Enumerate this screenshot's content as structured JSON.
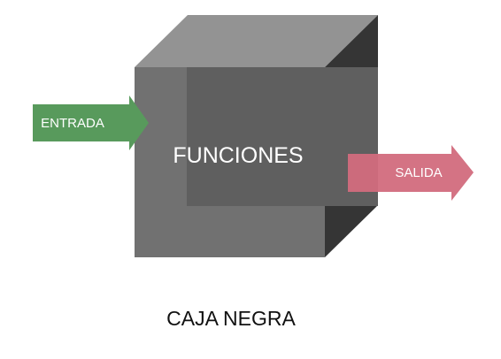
{
  "diagram": {
    "center_label": "FUNCIONES",
    "input_label": "ENTRADA",
    "output_label": "SALIDA",
    "caption": "CAJA NEGRA"
  },
  "colors": {
    "cube_top": "#939393",
    "cube_front": "#717171",
    "cube_right": "#353535",
    "cube_back": "#5f5f5f",
    "input_arrow": "#589a5c",
    "output_arrow": "#d26c7d",
    "caption_text": "#111111",
    "label_text": "#ffffff"
  }
}
